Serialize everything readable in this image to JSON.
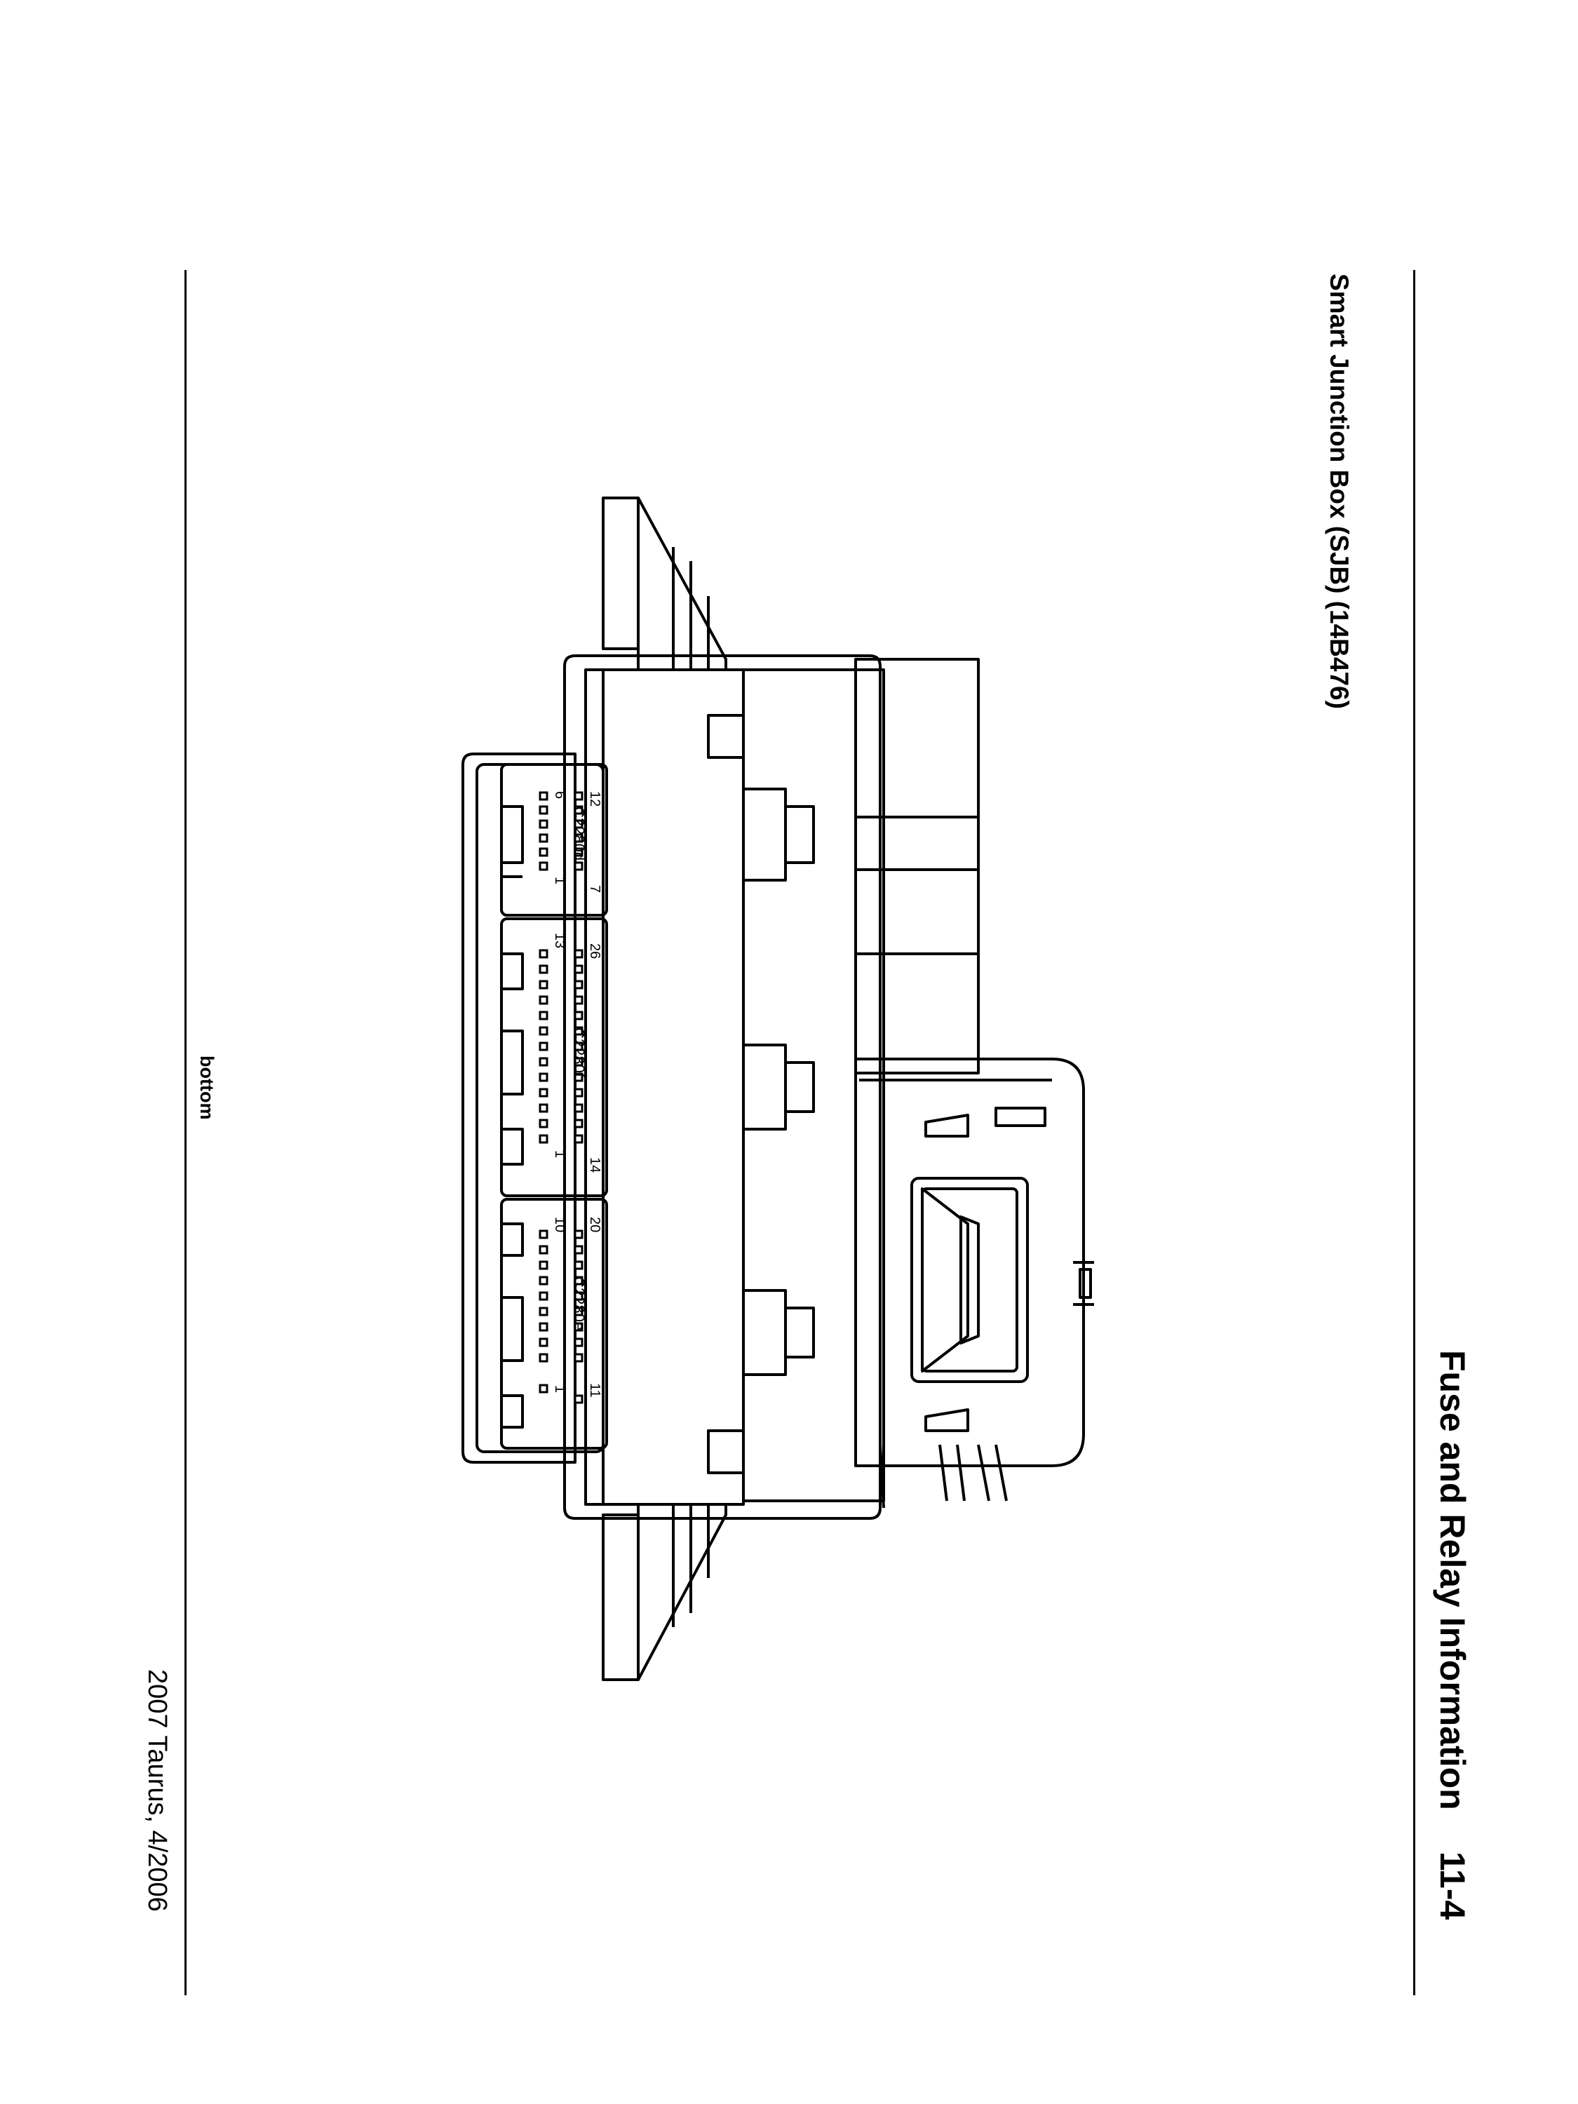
{
  "header": {
    "page_title": "Fuse and Relay Information",
    "page_number": "11-4"
  },
  "section_title": "Smart Junction Box (SJB) (14B476)",
  "view_label": "bottom",
  "footer": {
    "text": "2007 Taurus, 4/2006"
  },
  "connectors": {
    "d": {
      "id": "C2280d",
      "pin_high_left": "12",
      "pin_high_right": "7",
      "pin_low_left": "6",
      "pin_low_right": "1"
    },
    "f": {
      "id": "C2280f",
      "pin_high_left": "26",
      "pin_high_right": "14",
      "pin_low_left": "13",
      "pin_low_right": "1"
    },
    "e": {
      "id": "C2280e",
      "pin_high_left": "20",
      "pin_high_right": "11",
      "pin_low_left": "10",
      "pin_low_right": "1"
    }
  },
  "colors": {
    "ink": "#000000",
    "paper": "#ffffff"
  }
}
